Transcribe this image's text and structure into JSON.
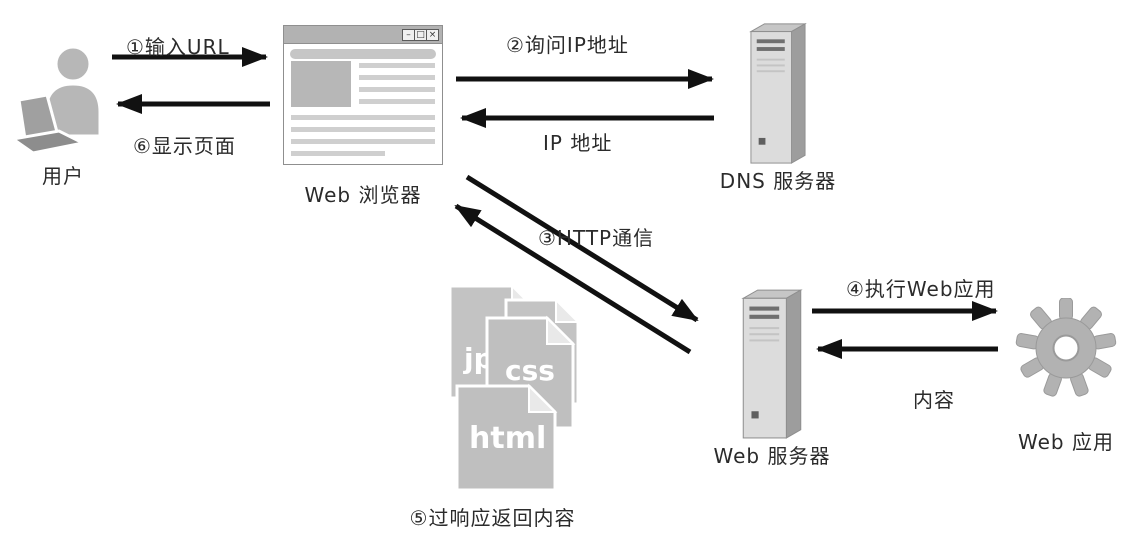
{
  "nodes": {
    "user": "用户",
    "browser": "Web 浏览器",
    "dns_server": "DNS 服务器",
    "web_server": "Web 服务器",
    "web_app": "Web 应用"
  },
  "arrows": {
    "input_url": "①输入URL",
    "show_page": "⑥显示页面",
    "query_ip": "②询问IP地址",
    "ip_address": "IP 地址",
    "http": "③HTTP通信",
    "run_web_app": "④执行Web应用",
    "content": "内容"
  },
  "files": {
    "caption": "⑤过响应返回内容",
    "pages": {
      "jpg": "jpg",
      "css": "css",
      "html": "html"
    }
  },
  "browser_window": {
    "controls": {
      "minimize": "–",
      "maximize": "□",
      "close": "×"
    }
  },
  "colors": {
    "arrow": "#111111",
    "icon_gray": "#b7b7b7",
    "icon_dark_gray": "#9d9d9d",
    "page_gray": "#c3c3c3",
    "text": "#2b2b2b"
  }
}
